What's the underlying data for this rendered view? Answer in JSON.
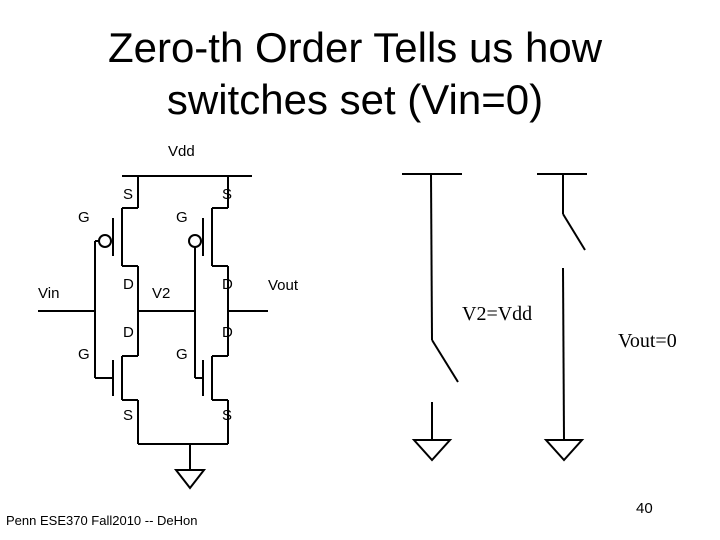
{
  "title": {
    "line1": "Zero-th Order Tells us how",
    "line2": "switches set (Vin=0)"
  },
  "circuit": {
    "vdd_label": "Vdd",
    "vin_label": "Vin",
    "v2_label": "V2",
    "vout_label": "Vout",
    "pmos1": {
      "source": "S",
      "gate": "G",
      "drain": "D"
    },
    "pmos2": {
      "source": "S",
      "gate": "G",
      "drain": "D"
    },
    "nmos1": {
      "drain": "D",
      "gate": "G",
      "source": "S"
    },
    "nmos2": {
      "drain": "D",
      "gate": "G",
      "source": "S"
    }
  },
  "switches": {
    "v2_label": "V2=Vdd",
    "vout_label": "Vout=0"
  },
  "footer": "Penn ESE370 Fall2010 -- DeHon",
  "page_number": "40"
}
